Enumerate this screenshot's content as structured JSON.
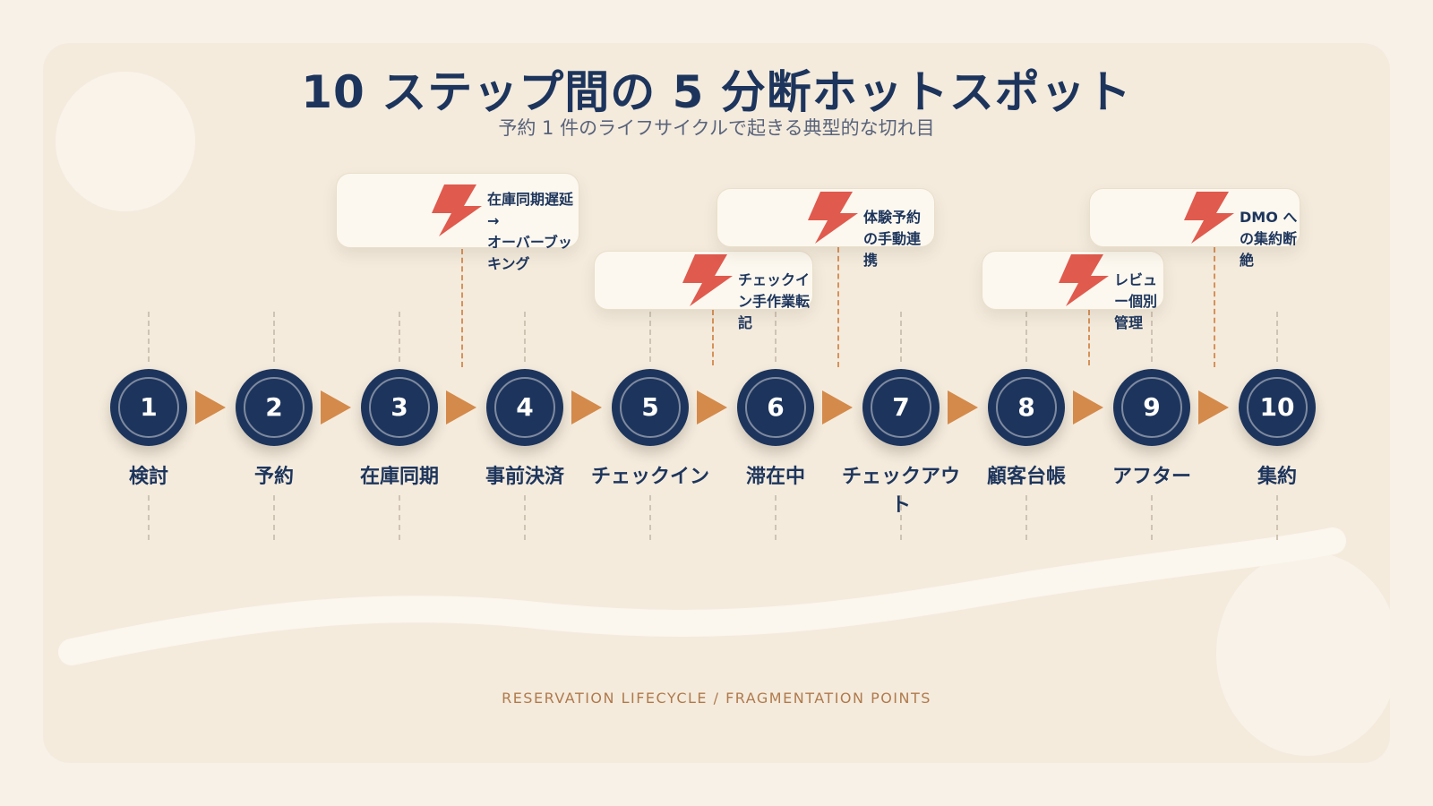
{
  "title": "10 ステップ間の 5 分断ホットスポット",
  "subtitle": "予約 1 件のライフサイクルで起きる典型的な切れ目",
  "steps": [
    {
      "num": "1",
      "label": "検討"
    },
    {
      "num": "2",
      "label": "予約"
    },
    {
      "num": "3",
      "label": "在庫同期"
    },
    {
      "num": "4",
      "label": "事前決済"
    },
    {
      "num": "5",
      "label": "チェックイン"
    },
    {
      "num": "6",
      "label": "滞在中"
    },
    {
      "num": "7",
      "label": "チェックアウト"
    },
    {
      "num": "8",
      "label": "顧客台帳"
    },
    {
      "num": "9",
      "label": "アフター"
    },
    {
      "num": "10",
      "label": "集約"
    }
  ],
  "hotspots": [
    {
      "text": "在庫同期遅延 →\nオーバーブッキング",
      "between": [
        "3",
        "4"
      ]
    },
    {
      "text": "チェックイン手作業転記",
      "between": [
        "5",
        "6"
      ]
    },
    {
      "text": "体験予約の手動連携",
      "between": [
        "6",
        "7"
      ]
    },
    {
      "text": "レビュー個別管理",
      "between": [
        "8",
        "9"
      ]
    },
    {
      "text": "DMO への集約断絶",
      "between": [
        "9",
        "10"
      ]
    }
  ],
  "footer": "RESERVATION LIFECYCLE / FRAGMENTATION POINTS",
  "colors": {
    "step": "#1d355c",
    "arrow": "#d48a4a",
    "bolt": "#e05a4e",
    "accent": "#b07a4c"
  },
  "icons": {
    "hotspot": "lightning-bolt-icon"
  }
}
